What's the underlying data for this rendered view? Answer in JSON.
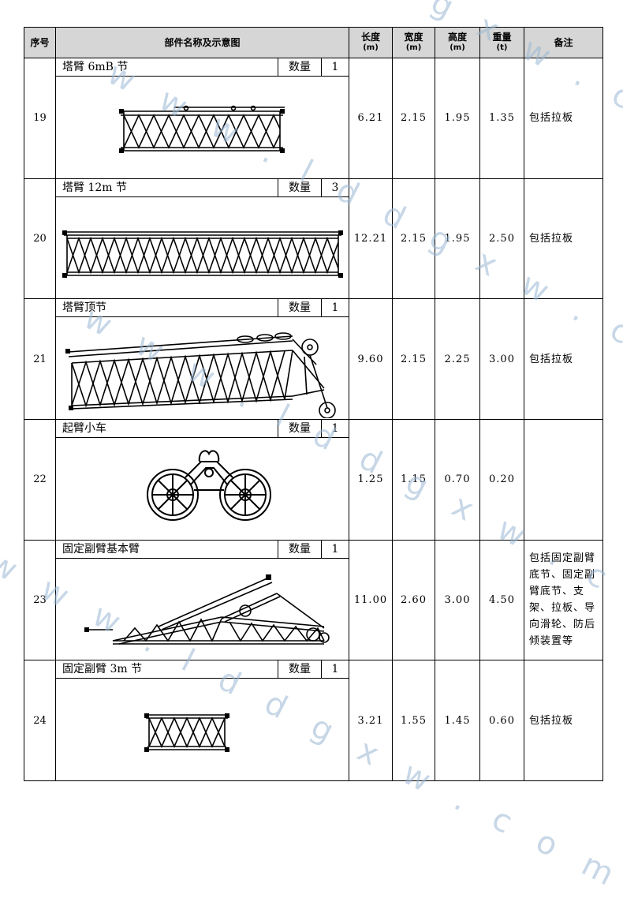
{
  "table": {
    "headers": {
      "seq": "序号",
      "part": "部件名称及示意图",
      "length": "长度",
      "length_unit": "(m)",
      "width": "宽度",
      "width_unit": "(m)",
      "height": "高度",
      "height_unit": "(m)",
      "weight": "重量",
      "weight_unit": "(t)",
      "remark": "备注"
    },
    "qty_label": "数量",
    "rows": [
      {
        "no": "19",
        "name": "塔臂 6mB 节",
        "qty": "1",
        "length": "6.21",
        "width": "2.15",
        "height": "1.95",
        "weight": "1.35",
        "remark": "包括拉板"
      },
      {
        "no": "20",
        "name": "塔臂 12m 节",
        "qty": "3",
        "length": "12.21",
        "width": "2.15",
        "height": "1.95",
        "weight": "2.50",
        "remark": "包括拉板"
      },
      {
        "no": "21",
        "name": "塔臂顶节",
        "qty": "1",
        "length": "9.60",
        "width": "2.15",
        "height": "2.25",
        "weight": "3.00",
        "remark": "包括拉板"
      },
      {
        "no": "22",
        "name": "起臂小车",
        "qty": "1",
        "length": "1.25",
        "width": "1.15",
        "height": "0.70",
        "weight": "0.20",
        "remark": ""
      },
      {
        "no": "23",
        "name": "固定副臂基本臂",
        "qty": "1",
        "length": "11.00",
        "width": "2.60",
        "height": "3.00",
        "weight": "4.50",
        "remark": "包括固定副臂底节、固定副臂底节、支架、拉板、导向滑轮、防后倾装置等"
      },
      {
        "no": "24",
        "name": "固定副臂 3m 节",
        "qty": "1",
        "length": "3.21",
        "width": "1.55",
        "height": "1.45",
        "weight": "0.60",
        "remark": "包括拉板"
      }
    ]
  },
  "watermark": {
    "line1": "w w w . l d d g x w . c o m",
    "line2": "w w w . l d d g x w . c o m",
    "line3": "w w w . l d d g x w . c o m",
    "line4": "g x w . c o"
  }
}
